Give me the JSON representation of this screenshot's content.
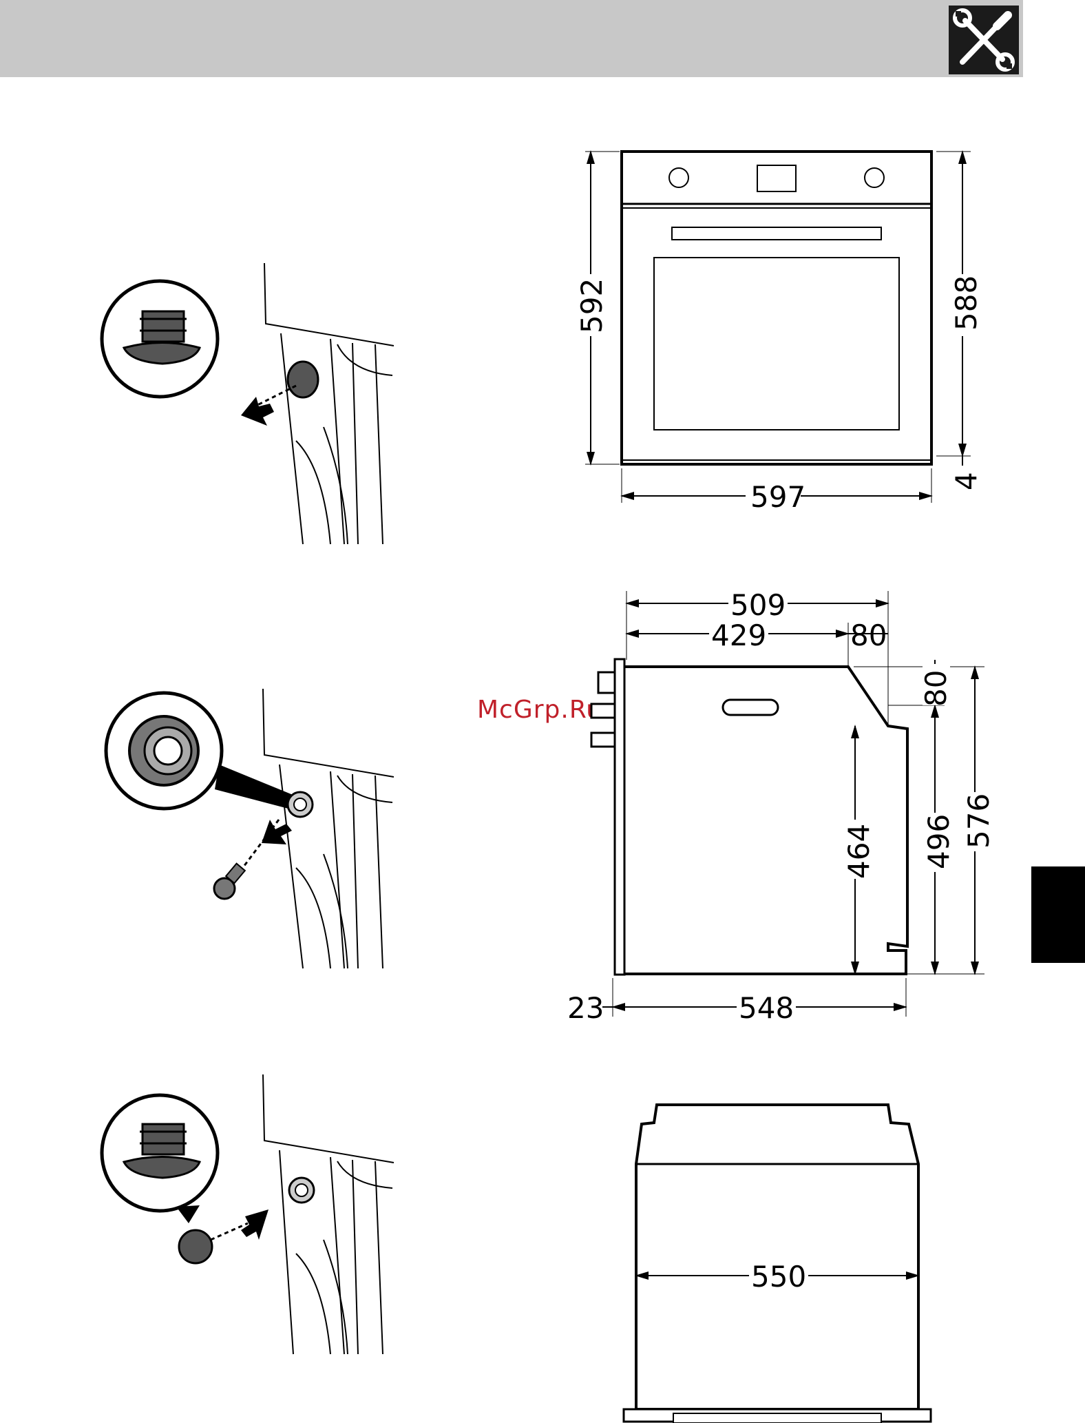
{
  "header": {
    "icon": "tools-icon"
  },
  "watermark": "McGrp.Ru",
  "front_view": {
    "height_total": "592",
    "height_body": "588",
    "height_gap": "4",
    "width": "597"
  },
  "side_view": {
    "depth_total": "509",
    "depth_body": "429",
    "depth_top_chamfer": "80",
    "chamfer_height": "80",
    "height_inner": "464",
    "height_mid": "496",
    "height_total": "576",
    "front_panel": "23",
    "depth_bottom": "548"
  },
  "top_view": {
    "width": "550"
  },
  "steps": [
    {
      "icon": "cap-plug-icon"
    },
    {
      "icon": "bushing-icon"
    },
    {
      "icon": "cap-plug-icon"
    }
  ]
}
